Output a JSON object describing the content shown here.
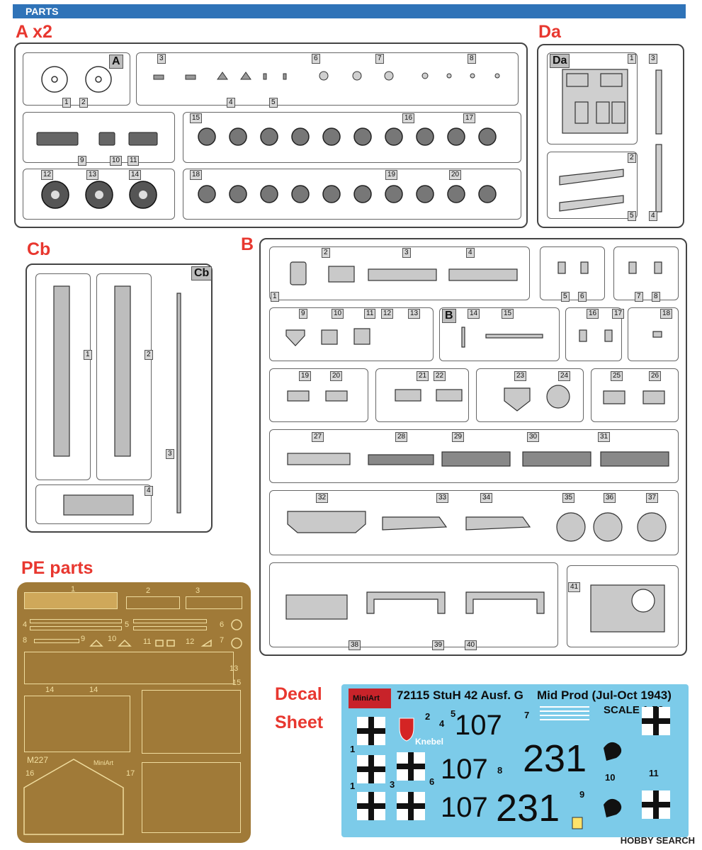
{
  "header": {
    "title": "PARTS"
  },
  "sections": {
    "a": "A x2",
    "da": "Da",
    "cb": "Cb",
    "b": "B",
    "pe": "PE parts",
    "decal_line1": "Decal",
    "decal_line2": "Sheet"
  },
  "sprue_a": {
    "tag": "A",
    "numbers": [
      "1",
      "2",
      "3",
      "4",
      "5",
      "6",
      "7",
      "8",
      "9",
      "10",
      "11",
      "12",
      "13",
      "14",
      "15",
      "16",
      "17",
      "18",
      "19",
      "20"
    ]
  },
  "sprue_da": {
    "tag": "Da",
    "numbers": [
      "1",
      "2",
      "3",
      "4",
      "5"
    ]
  },
  "sprue_cb": {
    "tag": "Cb",
    "numbers": [
      "1",
      "2",
      "3",
      "4"
    ]
  },
  "sprue_b": {
    "tag": "B",
    "numbers": [
      "1",
      "2",
      "3",
      "4",
      "5",
      "6",
      "7",
      "8",
      "9",
      "10",
      "11",
      "12",
      "13",
      "14",
      "15",
      "16",
      "17",
      "18",
      "19",
      "20",
      "21",
      "22",
      "23",
      "24",
      "25",
      "26",
      "27",
      "28",
      "29",
      "30",
      "31",
      "32",
      "33",
      "34",
      "35",
      "36",
      "37",
      "38",
      "39",
      "40",
      "41"
    ]
  },
  "pe_parts": {
    "numbers": [
      "1",
      "2",
      "3",
      "4",
      "5",
      "6",
      "7",
      "8",
      "9",
      "10",
      "11",
      "12",
      "13",
      "14",
      "14",
      "15",
      "16",
      "17"
    ],
    "code": "M227",
    "brand": "MiniArt"
  },
  "decal_sheet": {
    "brand": "MiniArt",
    "title": "72115 StuH 42 Ausf. G",
    "subtitle": "Mid Prod (Jul-Oct 1943)",
    "scale": "SCALE 1:72",
    "name": "Knebel",
    "big_numbers": [
      "107",
      "107",
      "107",
      "231",
      "231"
    ],
    "markers": [
      "1",
      "1",
      "2",
      "3",
      "4",
      "5",
      "6",
      "7",
      "8",
      "9",
      "10",
      "11"
    ]
  },
  "watermark": "HOBBY SEARCH",
  "colors": {
    "header": "#2f73b8",
    "section": "#e8372f",
    "pe_brass": "#a07a38",
    "decal_bg": "#7ccbe9"
  }
}
